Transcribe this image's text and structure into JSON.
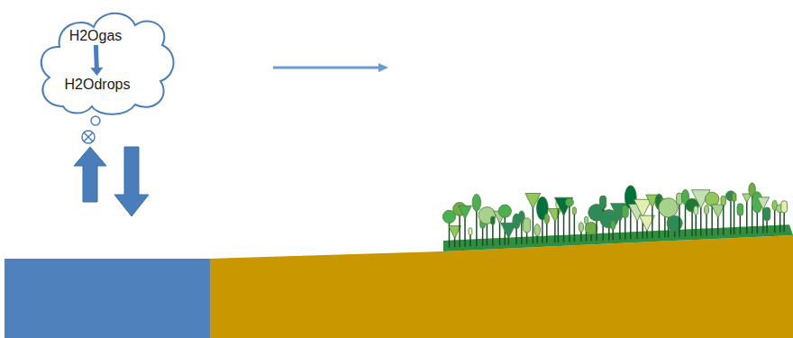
{
  "diagram": {
    "nodes": [
      {
        "text": [
          "H2Ogas"
        ]
      },
      {
        "text": [
          "H2Odrops"
        ]
      }
    ],
    "edges": [
      {
        "from": 0,
        "to": 1,
        "arrow": "to"
      }
    ]
  }
}
